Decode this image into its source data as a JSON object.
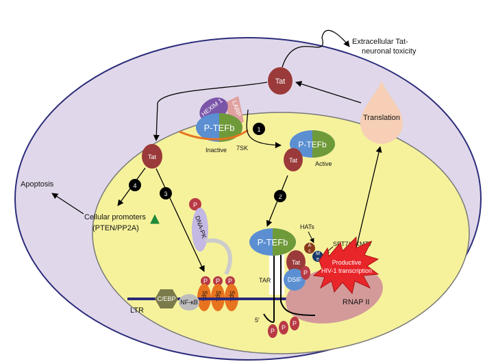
{
  "extracellular": {
    "line1": "Extracellular Tat-",
    "line2": "neuronal toxicity"
  },
  "apoptosis": "Apoptosis",
  "translation": "Translation",
  "cellular_promoters": {
    "line1": "Cellular promoters",
    "line2": "(PTEN/PP2A)"
  },
  "steps": {
    "s1": "1",
    "s2": "2",
    "s3": "3",
    "s4": "4"
  },
  "tat": "Tat",
  "ptefb": "P-TEFb",
  "hexim": "HEXIM 1",
  "larp": "LARP",
  "inactive": "Inactive",
  "sevenSK": "7SK",
  "active": "Active",
  "dnapk": "DNA-PK",
  "p": "P",
  "sp1": "Sp1",
  "hats": "HATs",
  "ac_a": "A",
  "ac_c": "c",
  "me_m": "M",
  "me_e": "e",
  "set7": "SET7/9-KMT7",
  "productive": {
    "line1": "Productive",
    "line2": "HIV-1 transcription"
  },
  "tar": "TAR",
  "dsif": "DSIF",
  "rnap": "RNAP II",
  "cebp": "C/EBP",
  "nfkb": "NF-κB",
  "ltr": "LTR",
  "five_prime": "5′",
  "colors": {
    "cytoplasm": "#e0d8ea",
    "nucleus": "#f6f29c",
    "tat": "#9b3a3a",
    "ptefb_blue": "#5b8fd2",
    "ptefb_green": "#6f9a3a",
    "hexim": "#7a55a8",
    "sp1": "#e8731f",
    "p": "#b83a45",
    "rnap": "#d49a9a",
    "dna": "#2a2a7a",
    "burst": "#e8262a"
  }
}
